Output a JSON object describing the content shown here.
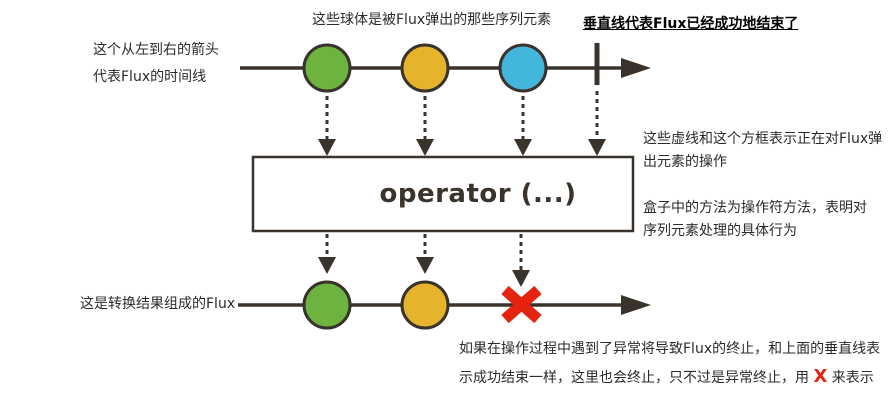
{
  "colors": {
    "stroke": "#3a332c",
    "green": "#6db33f",
    "yellow": "#e6b42c",
    "blue": "#43b6dc",
    "red": "#e42310",
    "box_fill": "#ffffff",
    "text": "#2b2b2b"
  },
  "source_flux": {
    "timeline_label": {
      "line1": "这个从左到右的箭头",
      "line2": "代表Flux的时间线"
    },
    "items_label": "这些球体是被Flux弹出的那些序列元素",
    "complete_label": "垂直线代表Flux已经成功地结束了"
  },
  "operator_box": {
    "label": "operator (...)"
  },
  "operation_notes": {
    "dashed_note": {
      "line1": "这些虚线和这个方框表示正在对Flux弹",
      "line2": "出元素的操作"
    },
    "method_note": {
      "line1": "盒子中的方法为操作符方法，表明对",
      "line2": "序列元素处理的具体行为"
    }
  },
  "result_flux": {
    "label": "这是转换结果组成的Flux",
    "error_note": {
      "line1": "如果在操作过程中遇到了异常将导致Flux的终止，和上面的垂直线表",
      "line2_before": "示成功结束一样，这里也会终止，只不过是异常终止，用 ",
      "x_symbol": "X",
      "line2_after": " 来表示"
    }
  }
}
